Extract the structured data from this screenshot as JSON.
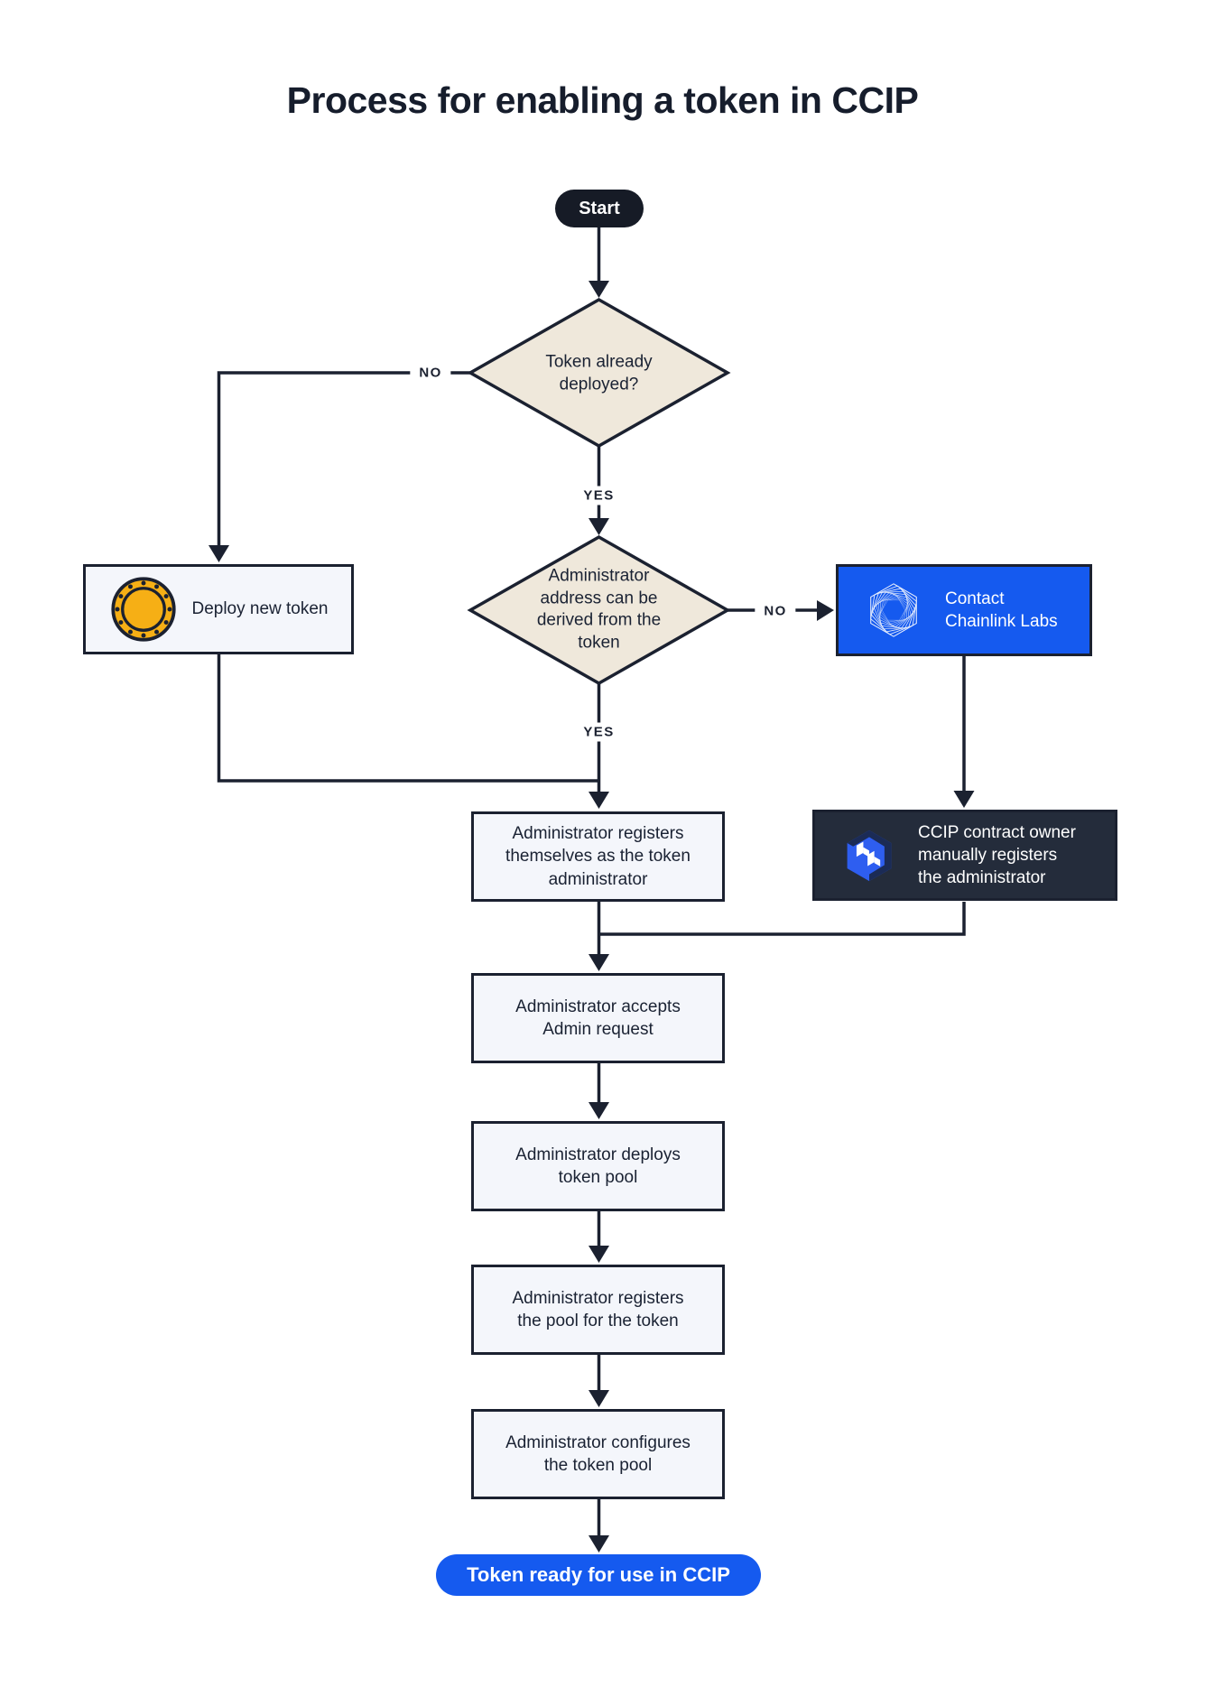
{
  "title": "Process for enabling a token in CCIP",
  "flow": {
    "start_label": "Start",
    "decision1": {
      "label": "Token already\ndeployed?",
      "no_label": "NO",
      "yes_label": "YES"
    },
    "deploy_box": {
      "label": "Deploy new token",
      "icon": "coin-icon"
    },
    "decision2": {
      "label": "Administrator\naddress can be\nderived from the\ntoken",
      "no_label": "NO",
      "yes_label": "YES"
    },
    "contact_box": {
      "label": "Contact\nChainlink Labs",
      "icon": "chainlink-labs-icon"
    },
    "ccip_owner_box": {
      "label": "CCIP contract owner\nmanually registers\nthe administrator",
      "icon": "ccip-icon"
    },
    "steps": [
      "Administrator registers\nthemselves as the token\nadministrator",
      "Administrator accepts\nAdmin request",
      "Administrator deploys\ntoken pool",
      "Administrator registers\nthe pool for the token",
      "Administrator configures\nthe token pool"
    ],
    "end_label": "Token ready for use in CCIP"
  },
  "colors": {
    "accent_blue": "#155AEF",
    "ink": "#1B2130",
    "diamond_fill": "#EFE8DB",
    "box_fill": "#F4F6FB",
    "dark_panel": "#242C3B",
    "start_pill": "#161B26",
    "coin_gold": "#F6AF15"
  }
}
